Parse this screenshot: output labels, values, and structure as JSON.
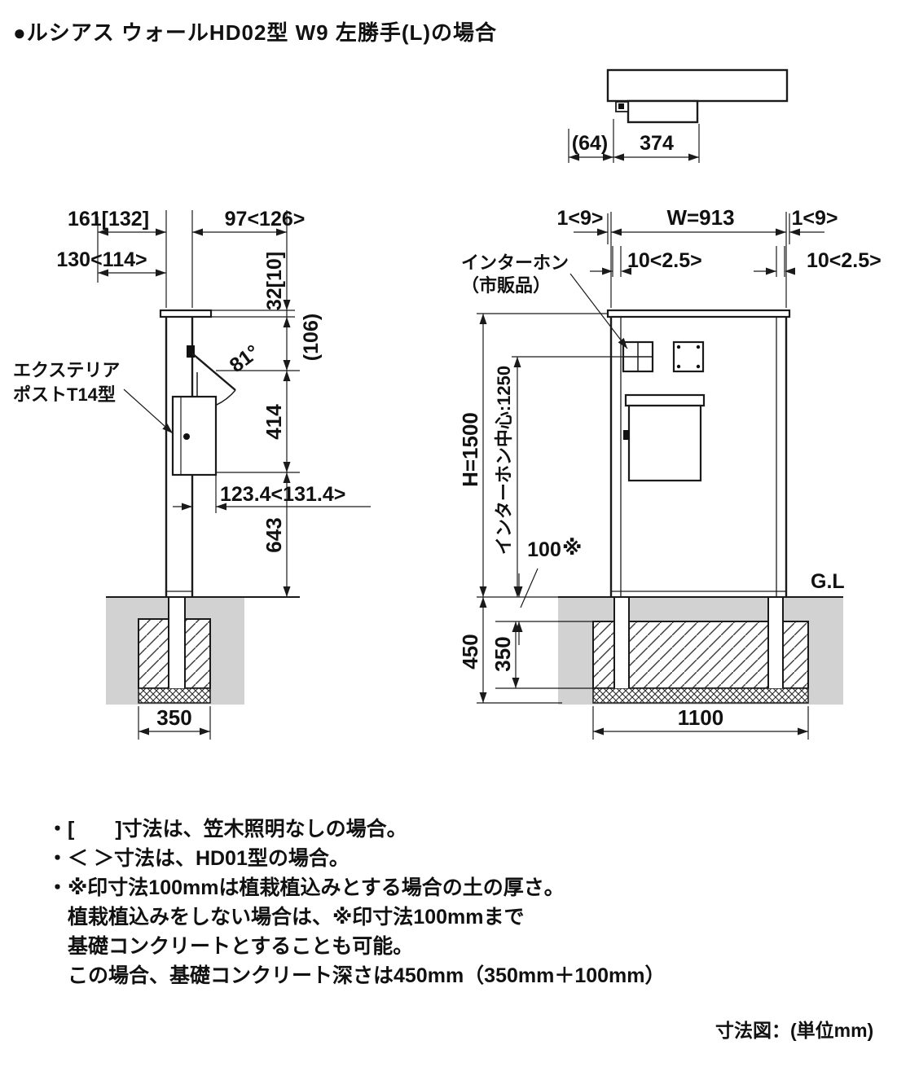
{
  "title": "●ルシアス ウォールHD02型  W9  左勝手(L)の場合",
  "top_view": {
    "dim_overhang": "(64)",
    "dim_depth": "374"
  },
  "side_view": {
    "dim_top_left_upper": "161[132]",
    "dim_top_right": "97<126>",
    "dim_top_left_lower": "130<114>",
    "dim_cap_height": "32[10]",
    "dim_cap_to_box": "(106)",
    "door_angle": "81°",
    "dim_box_height": "414",
    "dim_box_depth": "123.4<131.4>",
    "dim_box_to_gl": "643",
    "dim_footing_width": "350",
    "post_label_line1": "エクステリア",
    "post_label_line2": "ポストT14型"
  },
  "front_view": {
    "dim_gap_left": "1<9>",
    "dim_width": "W=913",
    "dim_gap_right": "1<9>",
    "dim_offset_left": "10<2.5>",
    "dim_offset_right": "10<2.5>",
    "intercom_label_line1": "インターホン",
    "intercom_label_line2": "（市販品）",
    "dim_height": "H=1500",
    "dim_intercom_center": "インターホン中心:1250",
    "dim_soil": "100",
    "dim_soil_mark": "※",
    "gl_label": "G.L",
    "dim_footing_total_depth": "450",
    "dim_concrete_depth": "350",
    "dim_footing_width": "1100"
  },
  "notes": [
    "・[　　]寸法は、笠木照明なしの場合。",
    "・＜ ＞寸法は、HD01型の場合。",
    "・※印寸法100mmは植栽植込みとする場合の土の厚さ。",
    "　植栽植込みをしない場合は、※印寸法100mmまで",
    "　基礎コンクリートとすることも可能。",
    "　この場合、基礎コンクリート深さは450mm（350mm＋100mm）"
  ],
  "footer": "寸法図：(単位mm)"
}
